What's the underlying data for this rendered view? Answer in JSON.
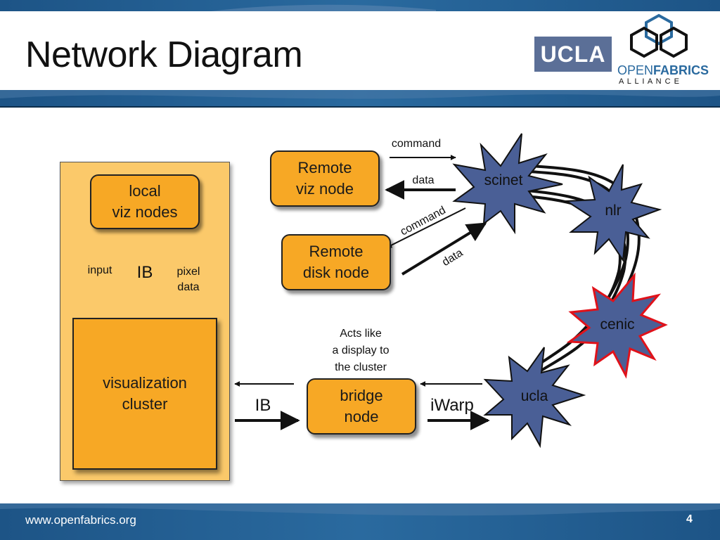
{
  "slide": {
    "title": "Network Diagram",
    "footer_url": "www.openfabrics.org",
    "page_number": "4",
    "colors": {
      "band": "#1e5a8c",
      "node_fill": "#f7a825",
      "panel_fill": "#fbc96a",
      "star_fill": "#4a5f96",
      "cenic_outline": "#e0121a"
    }
  },
  "logos": {
    "ucla": "UCLA",
    "openfabrics": {
      "open": "OPEN",
      "fabrics": "FABRICS",
      "alliance": "A L L I A N C E"
    }
  },
  "nodes": {
    "local_viz": "local\nviz nodes",
    "viz_cluster": "visualization\ncluster",
    "remote_viz": "Remote\nviz node",
    "remote_disk": "Remote\ndisk node",
    "bridge": "bridge\nnode"
  },
  "stars": {
    "scinet": "scinet",
    "nlr": "nlr",
    "cenic": "cenic",
    "ucla": "ucla"
  },
  "labels": {
    "input": "input",
    "ib_vertical": "IB",
    "pixel_data": "pixel\ndata",
    "command_top": "command",
    "data_top": "data",
    "command_diag": "command",
    "data_diag": "data",
    "acts_like": "Acts like\na display to\nthe cluster",
    "ib_horizontal": "IB",
    "iwarp": "iWarp"
  }
}
